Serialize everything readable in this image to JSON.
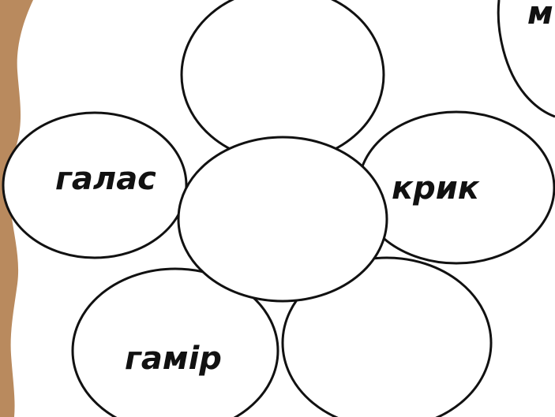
{
  "worksheet": {
    "petal_words": {
      "left": "галас",
      "right": "крик",
      "bottom_left": "гамір"
    },
    "corner_word_fragment": "м"
  },
  "colors": {
    "border_strip": "#b98a5e",
    "outline": "#111111",
    "fill": "#ffffff"
  }
}
